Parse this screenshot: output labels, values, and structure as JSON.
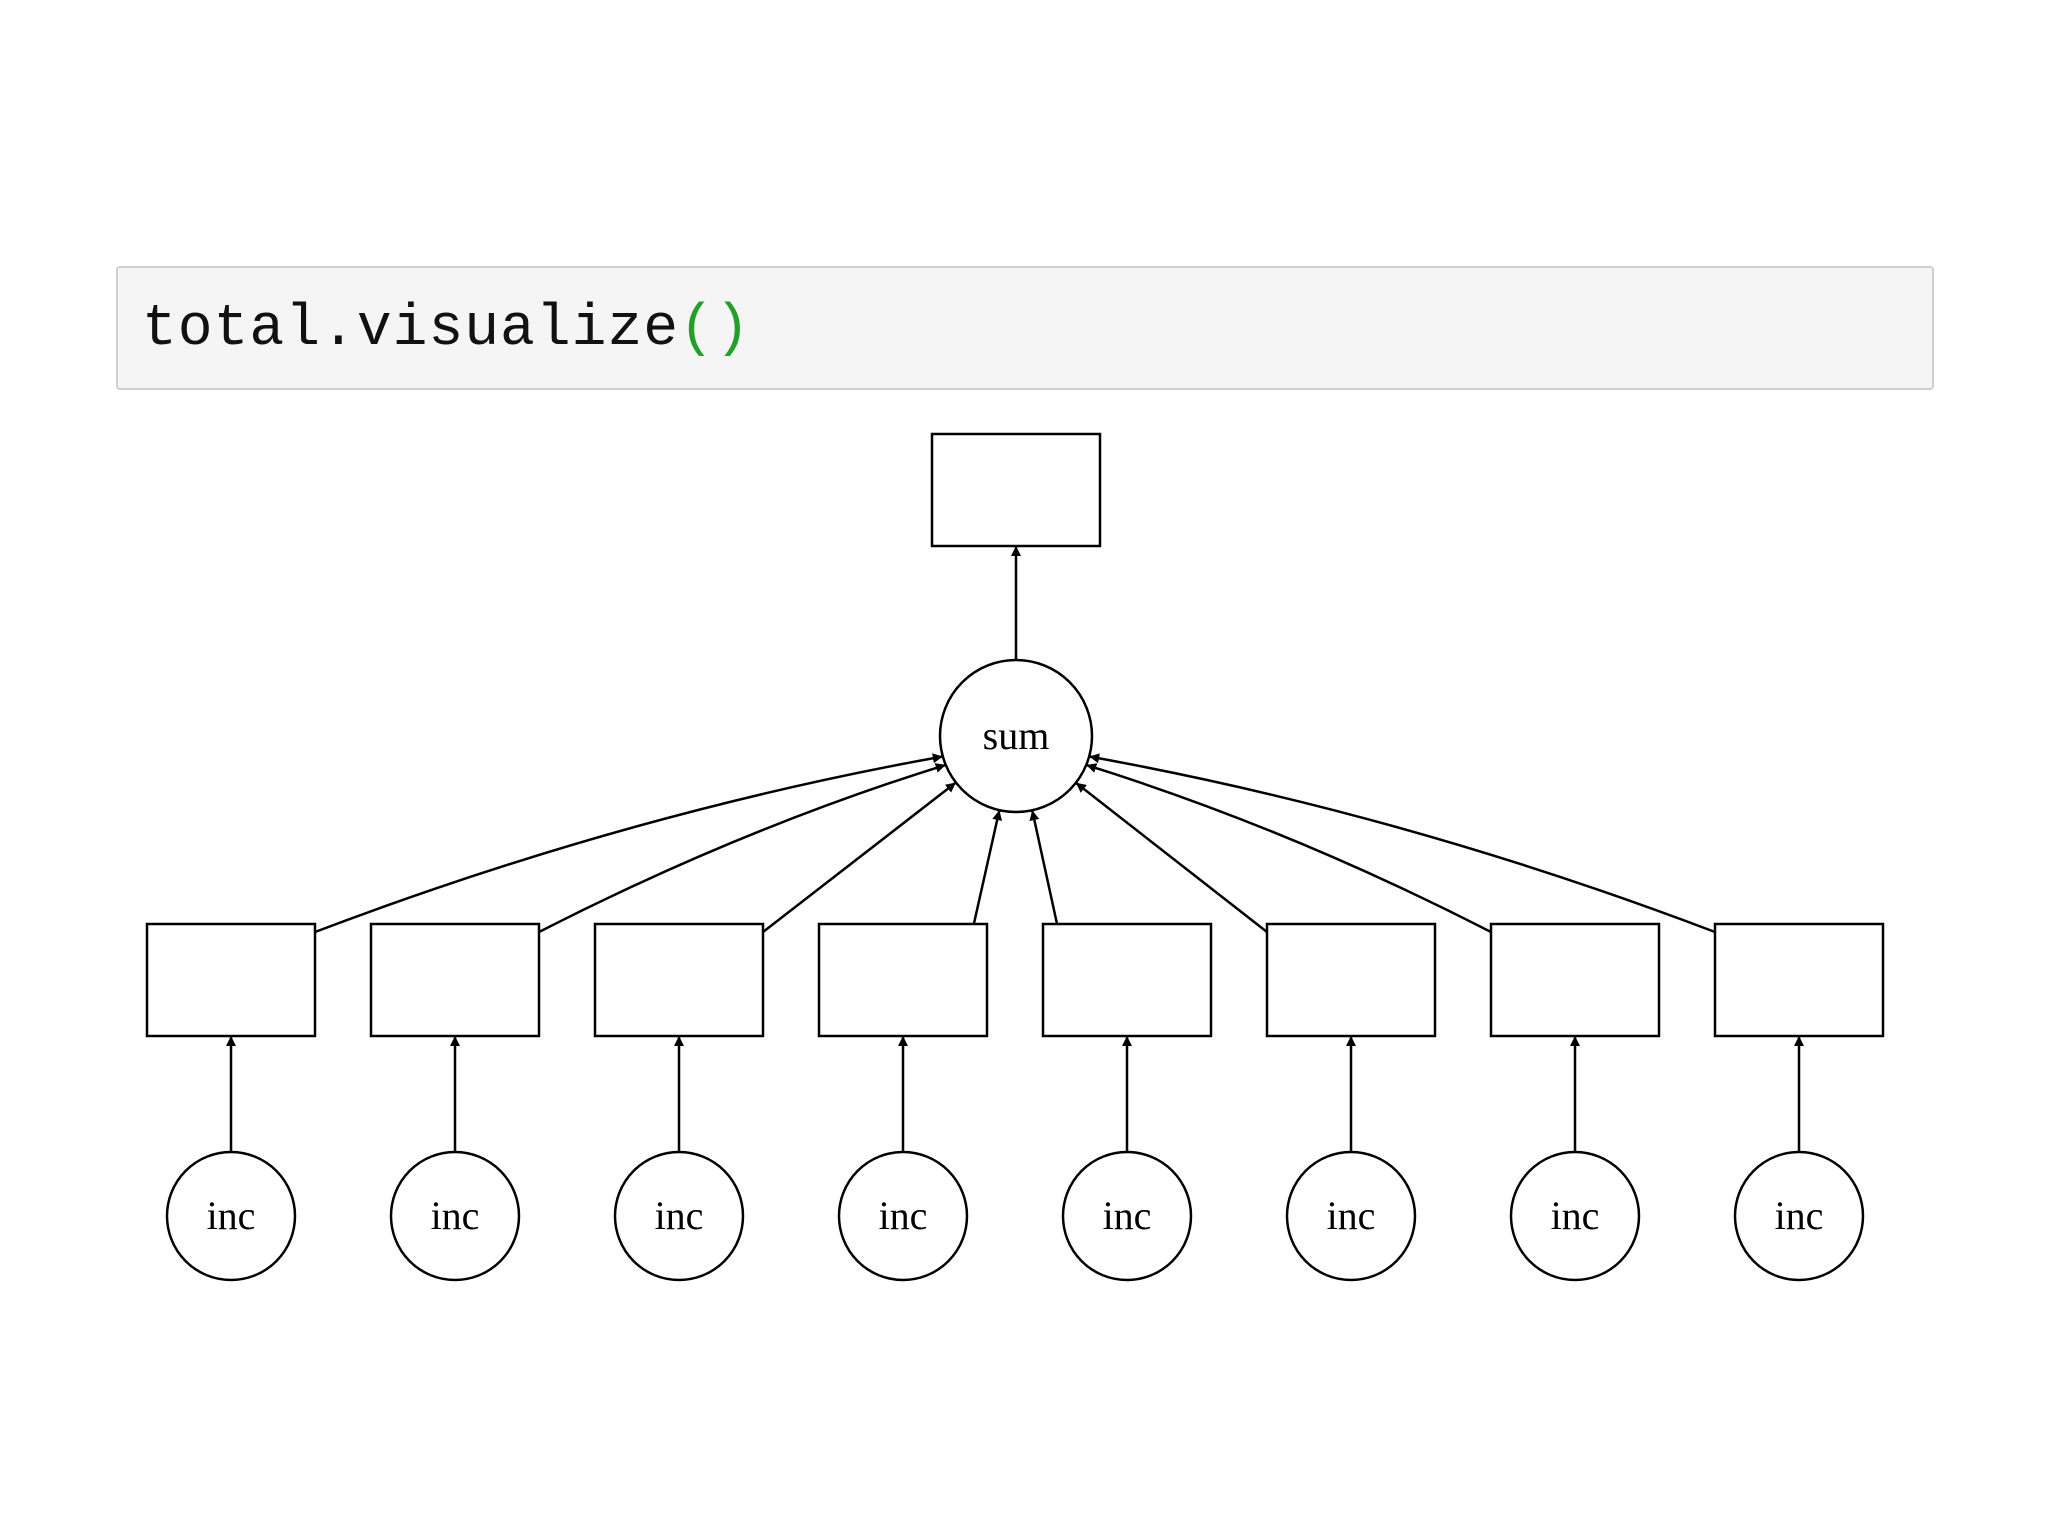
{
  "code_cell": {
    "code_text": "total.visualize",
    "parens": "()",
    "paren_color": "#22a02a"
  },
  "graph": {
    "root": {
      "kind": "box",
      "label": ""
    },
    "sum_node": {
      "kind": "circle",
      "label": "sum"
    },
    "branches": [
      {
        "box_label": "",
        "op_label": "inc"
      },
      {
        "box_label": "",
        "op_label": "inc"
      },
      {
        "box_label": "",
        "op_label": "inc"
      },
      {
        "box_label": "",
        "op_label": "inc"
      },
      {
        "box_label": "",
        "op_label": "inc"
      },
      {
        "box_label": "",
        "op_label": "inc"
      },
      {
        "box_label": "",
        "op_label": "inc"
      },
      {
        "box_label": "",
        "op_label": "inc"
      }
    ],
    "edges": [
      {
        "from": "sum_node",
        "to": "root"
      },
      {
        "from": "branch-box-0",
        "to": "sum_node"
      },
      {
        "from": "branch-box-1",
        "to": "sum_node"
      },
      {
        "from": "branch-box-2",
        "to": "sum_node"
      },
      {
        "from": "branch-box-3",
        "to": "sum_node"
      },
      {
        "from": "branch-box-4",
        "to": "sum_node"
      },
      {
        "from": "branch-box-5",
        "to": "sum_node"
      },
      {
        "from": "branch-box-6",
        "to": "sum_node"
      },
      {
        "from": "branch-box-7",
        "to": "sum_node"
      },
      {
        "from": "inc-0",
        "to": "branch-box-0"
      },
      {
        "from": "inc-1",
        "to": "branch-box-1"
      },
      {
        "from": "inc-2",
        "to": "branch-box-2"
      },
      {
        "from": "inc-3",
        "to": "branch-box-3"
      },
      {
        "from": "inc-4",
        "to": "branch-box-4"
      },
      {
        "from": "inc-5",
        "to": "branch-box-5"
      },
      {
        "from": "inc-6",
        "to": "branch-box-6"
      },
      {
        "from": "inc-7",
        "to": "branch-box-7"
      }
    ]
  }
}
